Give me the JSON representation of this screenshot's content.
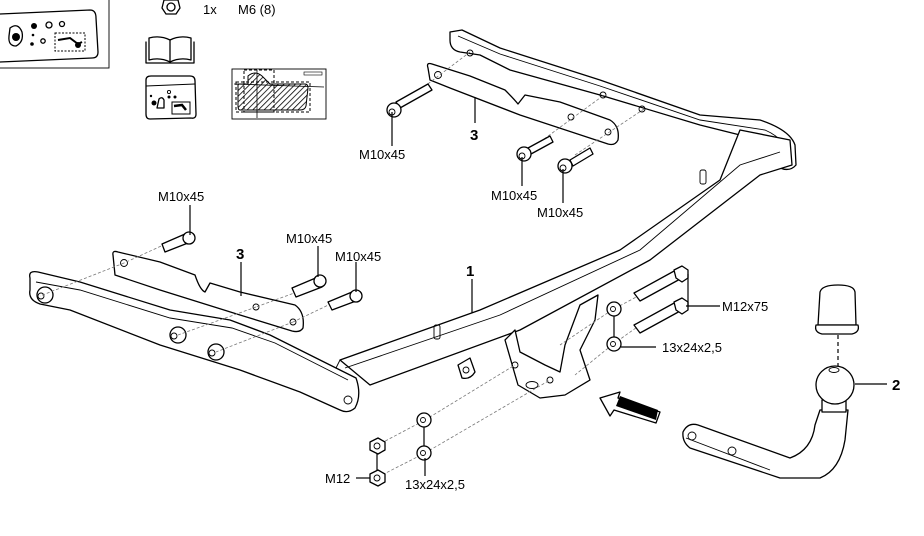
{
  "diagram": {
    "title": "Tow bar assembly exploded view",
    "parts_list_partial": {
      "quantity": "1x",
      "item": "M6 (8)"
    },
    "part_numbers": {
      "crossbar": "1",
      "ball_neck": "2",
      "bracket_right": "3",
      "bracket_left": "3"
    },
    "labels": {
      "bolt_upper_left": "M10x45",
      "bolt_upper_mid": "M10x45",
      "bolt_upper_right": "M10x45",
      "bolt_lower_left": "M10x45",
      "bolt_lower_mid": "M10x45",
      "bolt_lower_right": "M10x45",
      "bolt_m12x75": "M12x75",
      "washer_right": "13x24x2,5",
      "nut_m12": "M12",
      "washer_bottom": "13x24x2,5"
    },
    "icons": [
      "manual-book-icon",
      "control-unit-icon",
      "wiring-sticker-icon",
      "nut-icon",
      "insertion-arrow-icon"
    ]
  }
}
